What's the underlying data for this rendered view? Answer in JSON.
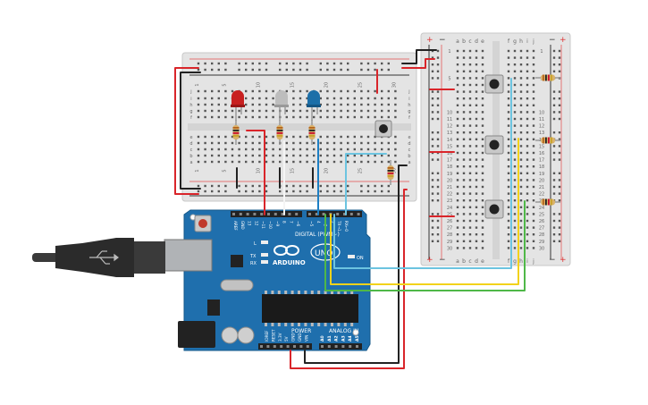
{
  "breadboard_small": {
    "columns": [
      "1",
      "",
      "",
      "",
      "5",
      "",
      "",
      "",
      "",
      "10",
      "",
      "",
      "",
      "",
      "15",
      "",
      "",
      "",
      "",
      "20",
      "",
      "",
      "",
      "",
      "25",
      "",
      "",
      "",
      "",
      "30"
    ],
    "rows_top": [
      "j",
      "i",
      "h",
      "g",
      "f"
    ],
    "rows_bottom": [
      "e",
      "d",
      "c",
      "b",
      "a"
    ]
  },
  "breadboard_large": {
    "col_letters_left": [
      "a",
      "b",
      "c",
      "d",
      "e"
    ],
    "col_letters_right": [
      "f",
      "g",
      "h",
      "i",
      "j"
    ],
    "row_numbers": [
      "1",
      "",
      "",
      "",
      "5",
      "",
      "",
      "",
      "",
      "10",
      "11",
      "12",
      "13",
      "14",
      "15",
      "16",
      "17",
      "18",
      "19",
      "20",
      "21",
      "22",
      "23",
      "24",
      "25",
      "26",
      "27",
      "28",
      "29",
      "30"
    ],
    "plus": "+",
    "minus": "−"
  },
  "arduino": {
    "brand": "ARDUINO",
    "model": "UNO",
    "digital_label": "DIGITAL (PWM~)",
    "power_label": "POWER",
    "analog_label": "ANALOG IN",
    "on_label": "ON",
    "tx_label": "TX",
    "rx_label": "RX",
    "l_label": "L",
    "analog_pins": [
      "A0",
      "A1",
      "A2",
      "A3",
      "A4",
      "A5"
    ],
    "power_pins": [
      "IOREF",
      "RESET",
      "3.3V",
      "5V",
      "GND",
      "GND",
      "VIN"
    ],
    "digital_pins": [
      "AREF",
      "GND",
      "13",
      "12",
      "~11",
      "~10",
      "~9",
      "8",
      "7",
      "~6",
      "~5",
      "4",
      "~3",
      "2",
      "TX→1",
      "RX←0"
    ]
  },
  "colors": {
    "board": "#1f6fad",
    "board_dark": "#185a8c",
    "breadboard": "#e3e3e3",
    "wire_red": "#d9252a",
    "wire_black": "#222222",
    "wire_white": "#f5f5f5",
    "wire_blue": "#1d7fc4",
    "wire_cyan": "#6cc4e0",
    "wire_yellow": "#f2d21b",
    "wire_green": "#4fb848",
    "led_red": "#c82020",
    "led_white": "#bdbdbd",
    "led_blue": "#1c6fa8"
  }
}
